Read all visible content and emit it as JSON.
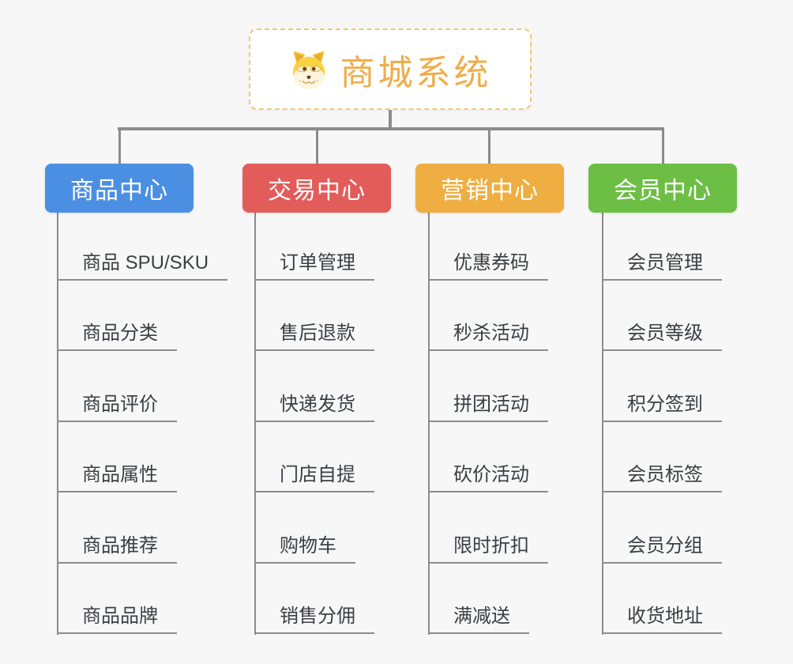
{
  "app": {
    "background": "#f7f7f7",
    "connector_color": "#8c8c8c"
  },
  "root": {
    "label": "商城系统",
    "icon": "doge-face-icon",
    "text_color": "#f0ac4a",
    "border_color": "#f3c678"
  },
  "branches": [
    {
      "label": "商品中心",
      "color": "#4b8fe2",
      "items": [
        "商品 SPU/SKU",
        "商品分类",
        "商品评价",
        "商品属性",
        "商品推荐",
        "商品品牌"
      ]
    },
    {
      "label": "交易中心",
      "color": "#e25c5a",
      "items": [
        "订单管理",
        "售后退款",
        "快递发货",
        "门店自提",
        "购物车",
        "销售分佣"
      ]
    },
    {
      "label": "营销中心",
      "color": "#eeae41",
      "items": [
        "优惠券码",
        "秒杀活动",
        "拼团活动",
        "砍价活动",
        "限时折扣",
        "满减送"
      ]
    },
    {
      "label": "会员中心",
      "color": "#6cbe44",
      "items": [
        "会员管理",
        "会员等级",
        "积分签到",
        "会员标签",
        "会员分组",
        "收货地址"
      ]
    }
  ]
}
